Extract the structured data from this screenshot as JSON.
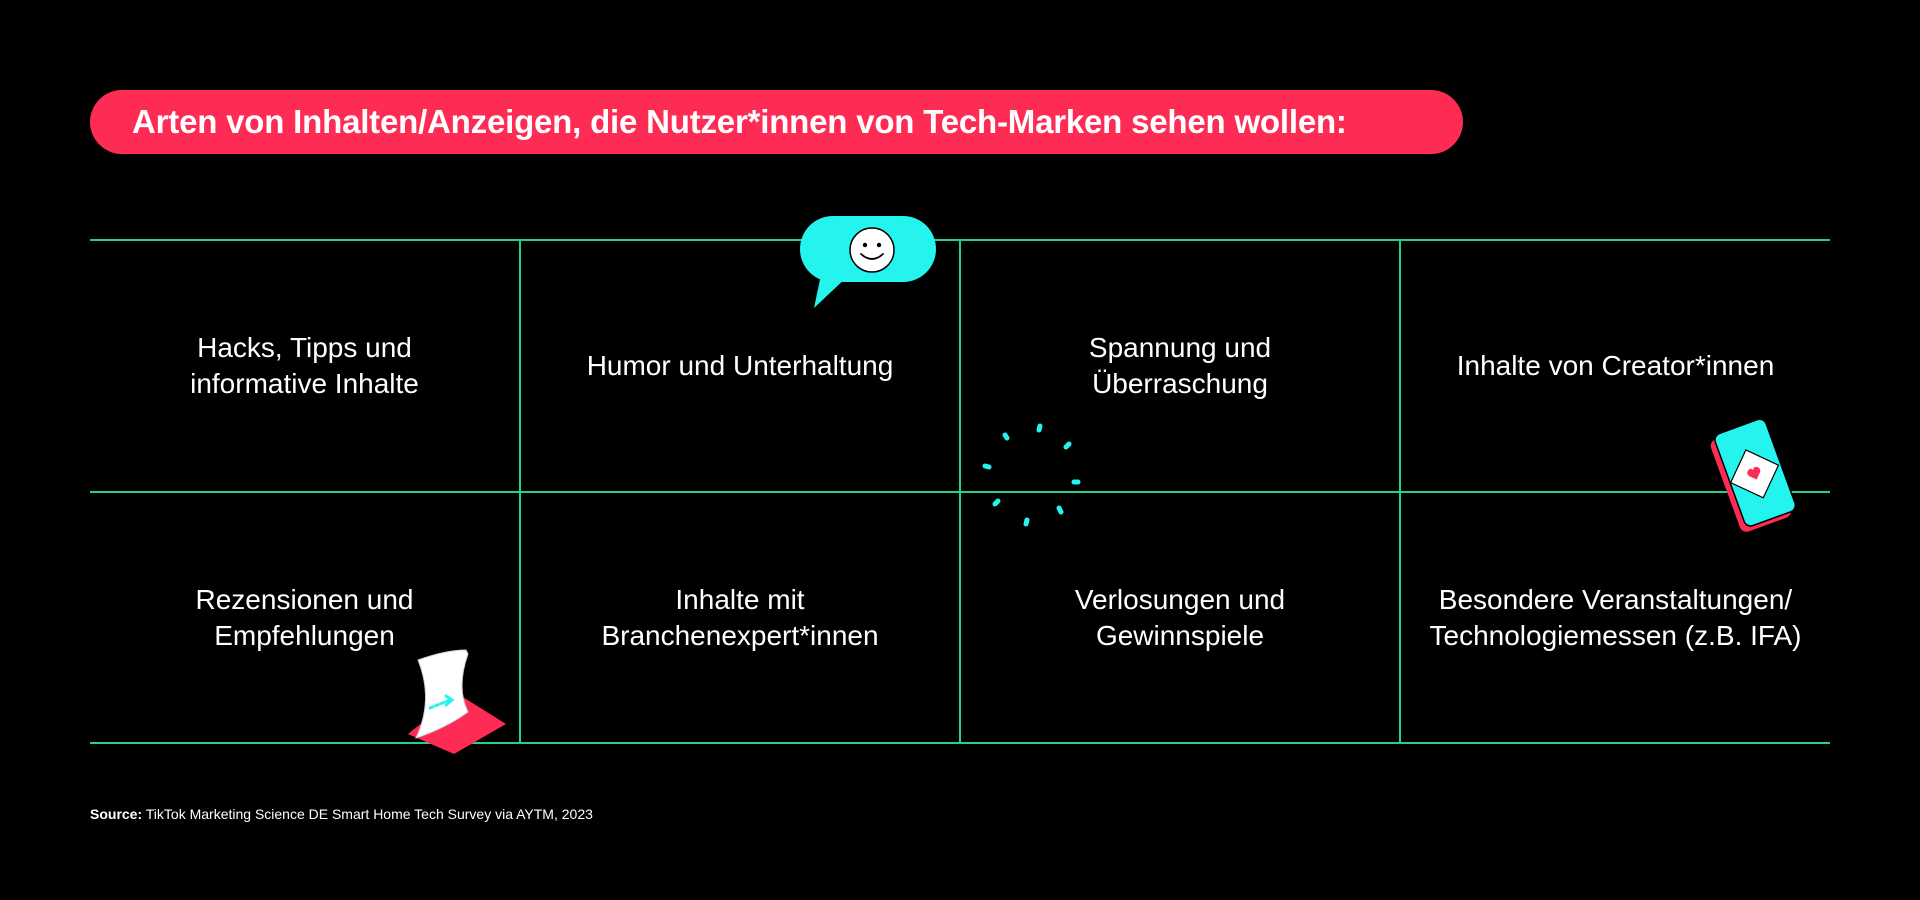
{
  "title": "Arten von Inhalten/Anzeigen, die Nutzer*innen von Tech-Marken sehen wollen:",
  "colors": {
    "background": "#000000",
    "accent_red": "#fe2c55",
    "accent_cyan": "#25f4ee",
    "grid_green": "#25d18a",
    "text": "#ffffff"
  },
  "grid": {
    "rows": [
      {
        "cells": [
          "Hacks, Tipps und\ninformative Inhalte",
          "Humor und Unterhaltung",
          "Spannung und\nÜberraschung",
          "Inhalte von Creator*innen"
        ]
      },
      {
        "cells": [
          "Rezensionen und\nEmpfehlungen",
          "Inhalte mit\nBranchenexpert*innen",
          "Verlosungen und\nGewinnspiele",
          "Besondere Veranstaltungen/\nTechnologiemessen (z.B. IFA)"
        ]
      }
    ]
  },
  "decorations": {
    "speech_bubble": "smiley-speech-bubble-icon",
    "sparkle": "sparkle-burst-icon",
    "phone": "phone-with-heart-icon",
    "paper": "paper-note-icon"
  },
  "source": {
    "label": "Source:",
    "text": " TikTok Marketing Science DE Smart Home Tech Survey via AYTM, 2023"
  }
}
